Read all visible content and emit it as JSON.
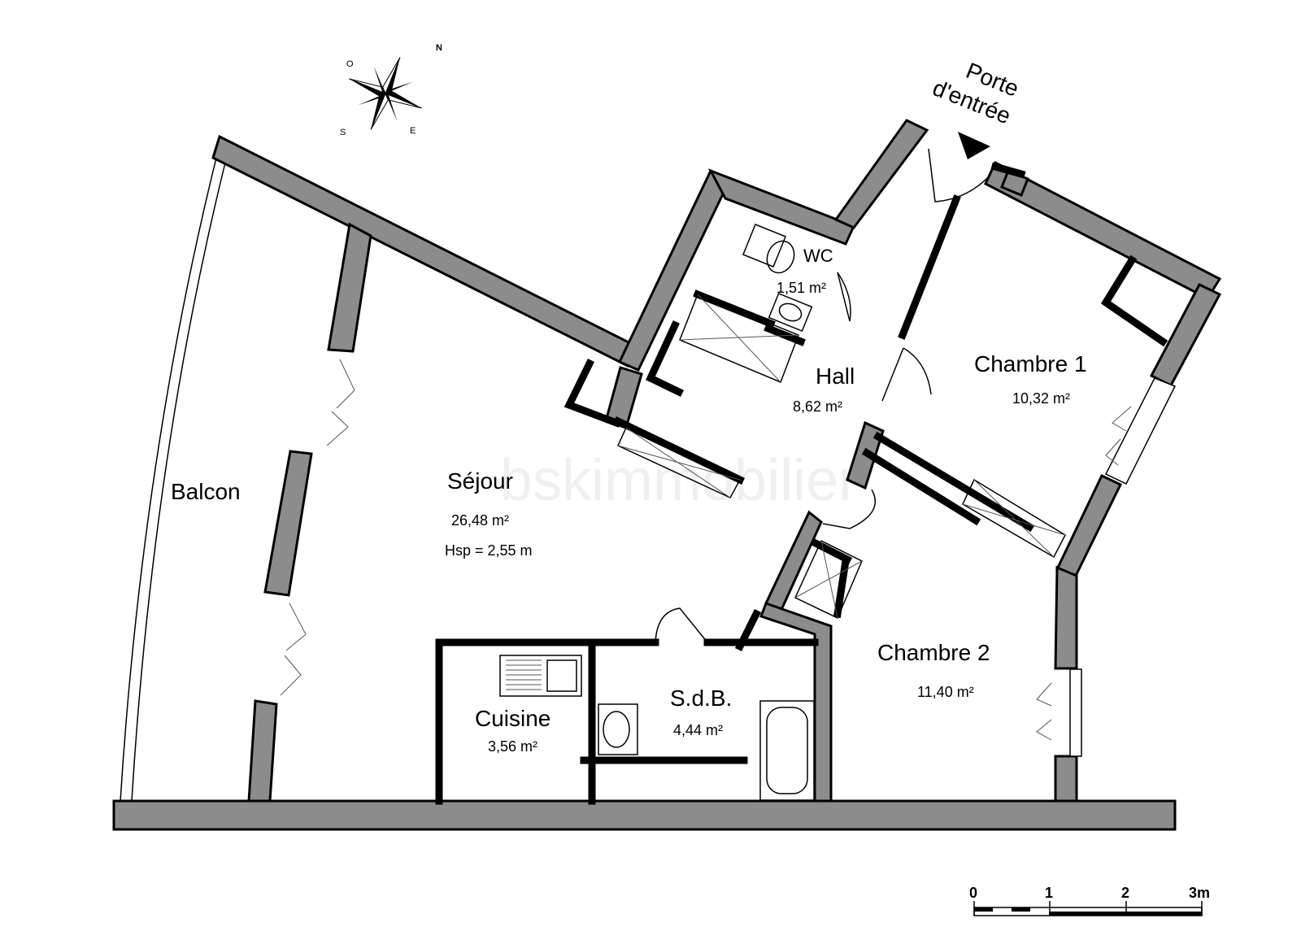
{
  "watermark": "bskimmobilier",
  "compass": {
    "n": "N",
    "o": "O",
    "s": "S",
    "e": "E"
  },
  "entrance": {
    "line1": "Porte",
    "line2": "d'entrée"
  },
  "rooms": {
    "wc": {
      "name": "WC",
      "area": "1,51 m²"
    },
    "hall": {
      "name": "Hall",
      "area": "8,62 m²"
    },
    "chambre1": {
      "name": "Chambre 1",
      "area": "10,32 m²"
    },
    "sejour": {
      "name": "Séjour",
      "area": "26,48 m²",
      "height": "Hsp = 2,55 m"
    },
    "balcon": {
      "name": "Balcon"
    },
    "chambre2": {
      "name": "Chambre 2",
      "area": "11,40 m²"
    },
    "sdb": {
      "name": "S.d.B.",
      "area": "4,44 m²"
    },
    "cuisine": {
      "name": "Cuisine",
      "area": "3,56 m²"
    }
  },
  "scale": {
    "labels": [
      "0",
      "1",
      "2",
      "3m"
    ]
  }
}
